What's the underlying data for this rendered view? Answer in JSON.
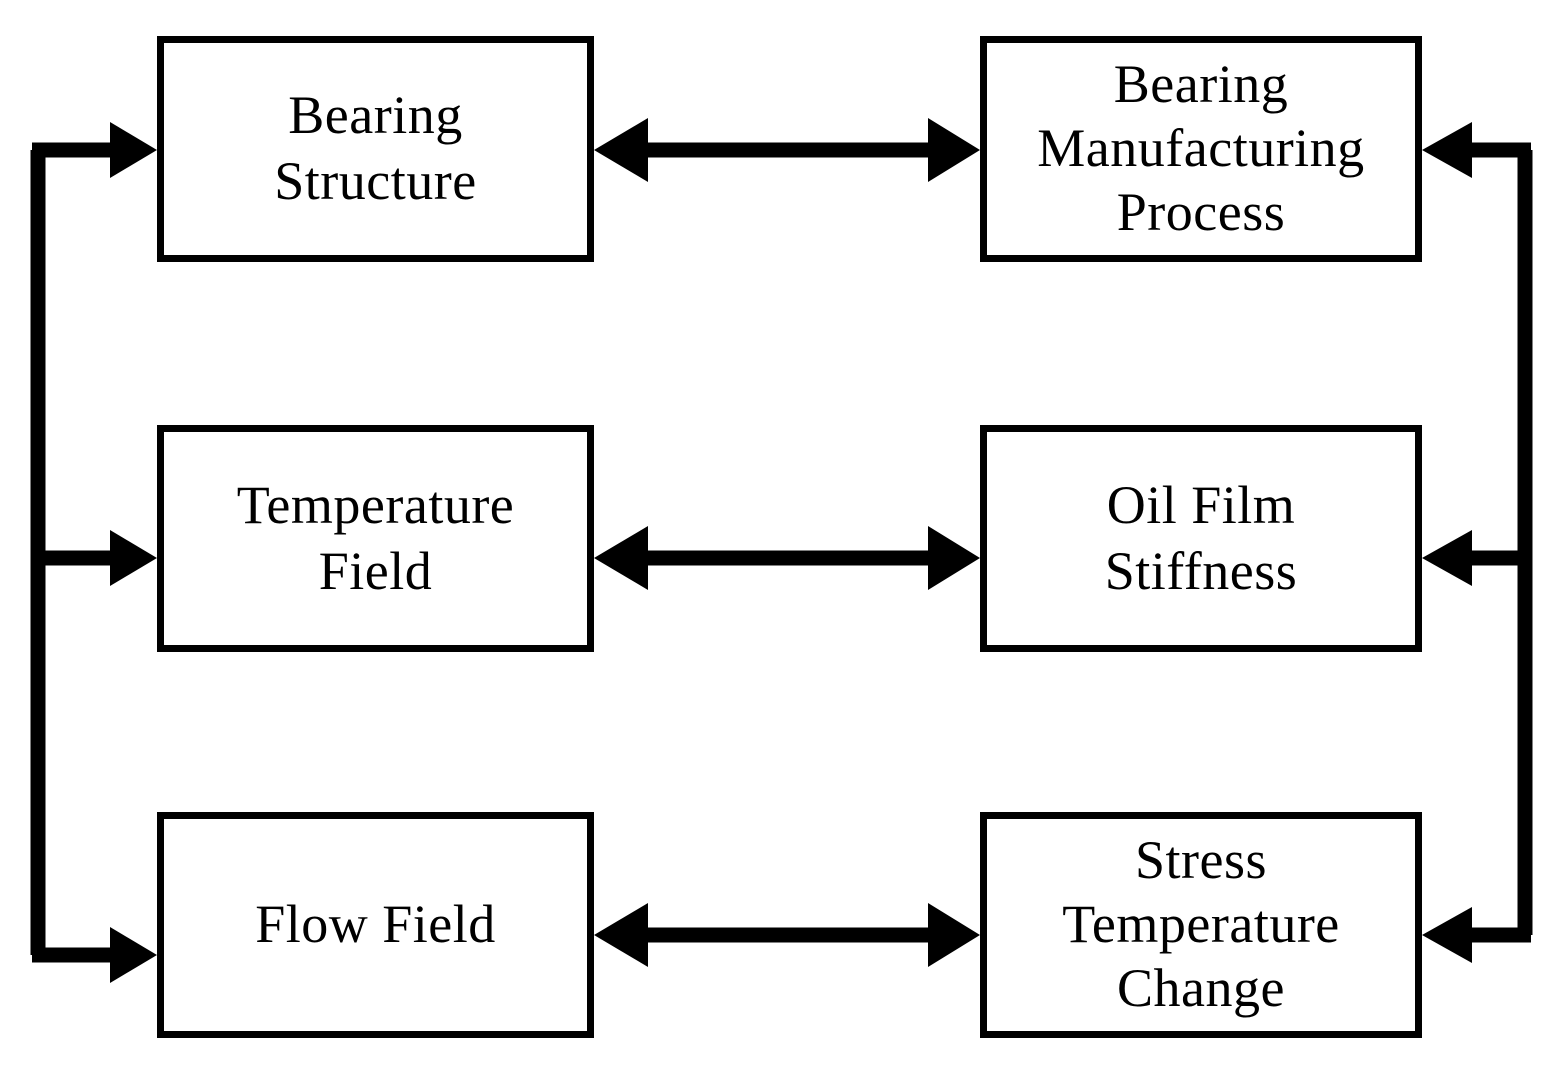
{
  "diagram": {
    "title": "Bearing thermal-structural coupling flow diagram",
    "type": "block-flow-diagram",
    "background_color": "#ffffff",
    "line_color": "#000000",
    "box_fill": "#ffffff",
    "nodes": [
      {
        "id": "bearing-structure",
        "label": "Bearing\nStructure",
        "column": "left",
        "row": 1
      },
      {
        "id": "bearing-manufacturing-process",
        "label": "Bearing\nManufacturing\nProcess",
        "column": "right",
        "row": 1
      },
      {
        "id": "temperature-field",
        "label": "Temperature\nField",
        "column": "left",
        "row": 2
      },
      {
        "id": "oil-film-stiffness",
        "label": "Oil Film\nStiffness",
        "column": "right",
        "row": 2
      },
      {
        "id": "flow-field",
        "label": "Flow Field",
        "column": "left",
        "row": 3
      },
      {
        "id": "stress-temperature-change",
        "label": "Stress\nTemperature\nChange",
        "column": "right",
        "row": 3
      }
    ],
    "connectors": [
      {
        "id": "row1-bidirectional",
        "from": "bearing-structure",
        "to": "bearing-manufacturing-process",
        "style": "double-headed-arrow"
      },
      {
        "id": "row2-bidirectional",
        "from": "temperature-field",
        "to": "oil-film-stiffness",
        "style": "double-headed-arrow"
      },
      {
        "id": "row3-bidirectional",
        "from": "flow-field",
        "to": "stress-temperature-change",
        "style": "double-headed-arrow"
      },
      {
        "id": "left-bus",
        "from": "left-vertical-bus",
        "to": "bearing-structure, temperature-field, flow-field",
        "style": "bus-with-arrowheads"
      },
      {
        "id": "right-bus",
        "from": "right-vertical-bus",
        "to": "bearing-manufacturing-process, oil-film-stiffness, stress-temperature-change",
        "style": "bus-with-arrowheads"
      }
    ]
  }
}
